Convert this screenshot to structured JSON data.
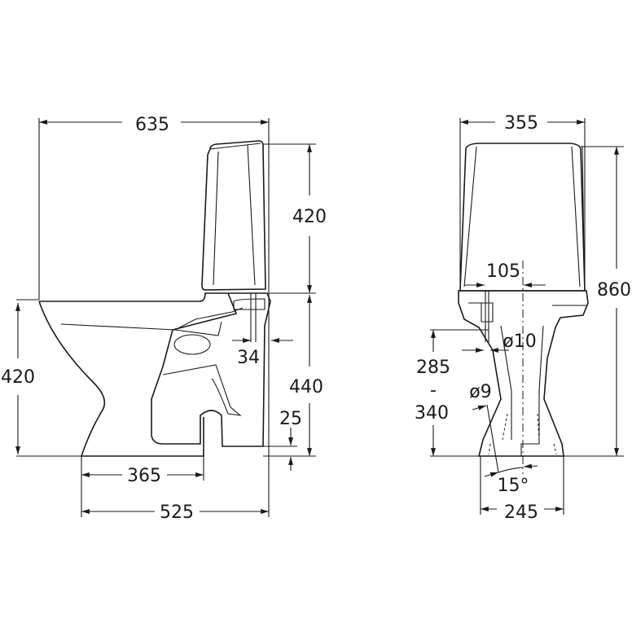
{
  "side_view": {
    "overall_length": "635",
    "tank_height": "420",
    "seat_height": "420",
    "connection_height": "440",
    "inlet_offset": "34",
    "outlet_height": "25",
    "outlet_distance": "365",
    "floor_depth": "525"
  },
  "front_view": {
    "tank_width": "355",
    "total_height": "860",
    "inlet_offset": "105",
    "inlet_diameter": "ø10",
    "outlet_height_min": "285",
    "outlet_height_sep": "-",
    "outlet_height_max": "340",
    "bolt_diameter": "ø9",
    "bolt_angle": "15°",
    "base_width": "245"
  }
}
